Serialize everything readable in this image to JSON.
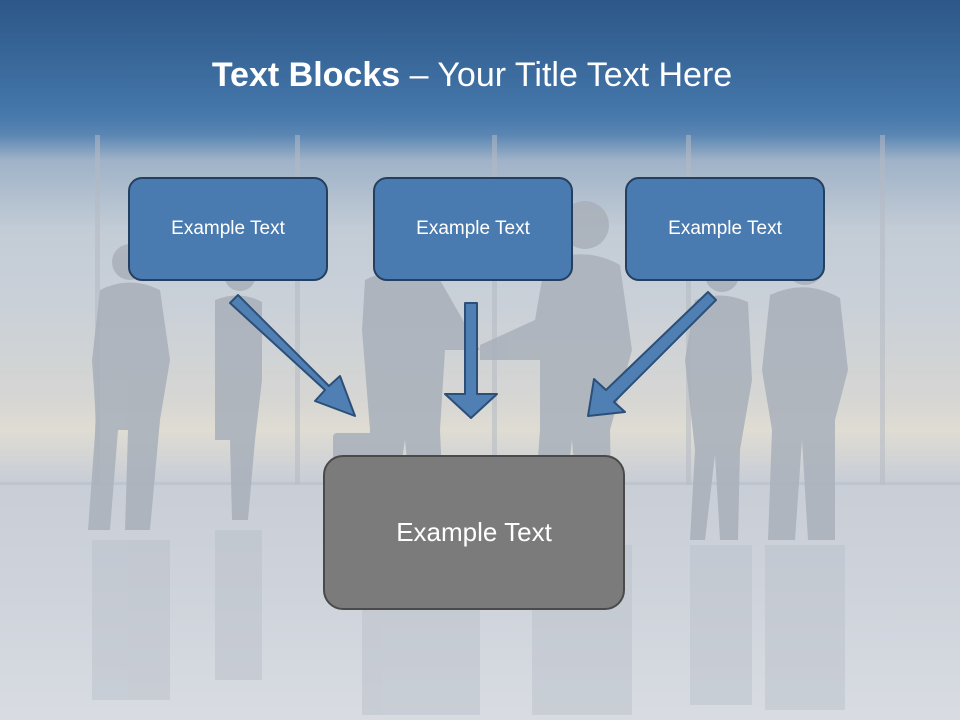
{
  "slide": {
    "title_bold": "Text Blocks",
    "title_dash": "–",
    "title_rest": "Your Title Text Here"
  },
  "boxes": {
    "left": "Example Text",
    "center": "Example Text",
    "right": "Example Text",
    "main": "Example Text"
  },
  "colors": {
    "title_band": "#3a6b9f",
    "box_blue": "#4a7bb0",
    "box_gray": "#7b7b7b",
    "arrow_fill": "#4f7fb3"
  },
  "icons": [
    "arrow-down-right-icon",
    "arrow-down-icon",
    "arrow-down-left-icon"
  ]
}
